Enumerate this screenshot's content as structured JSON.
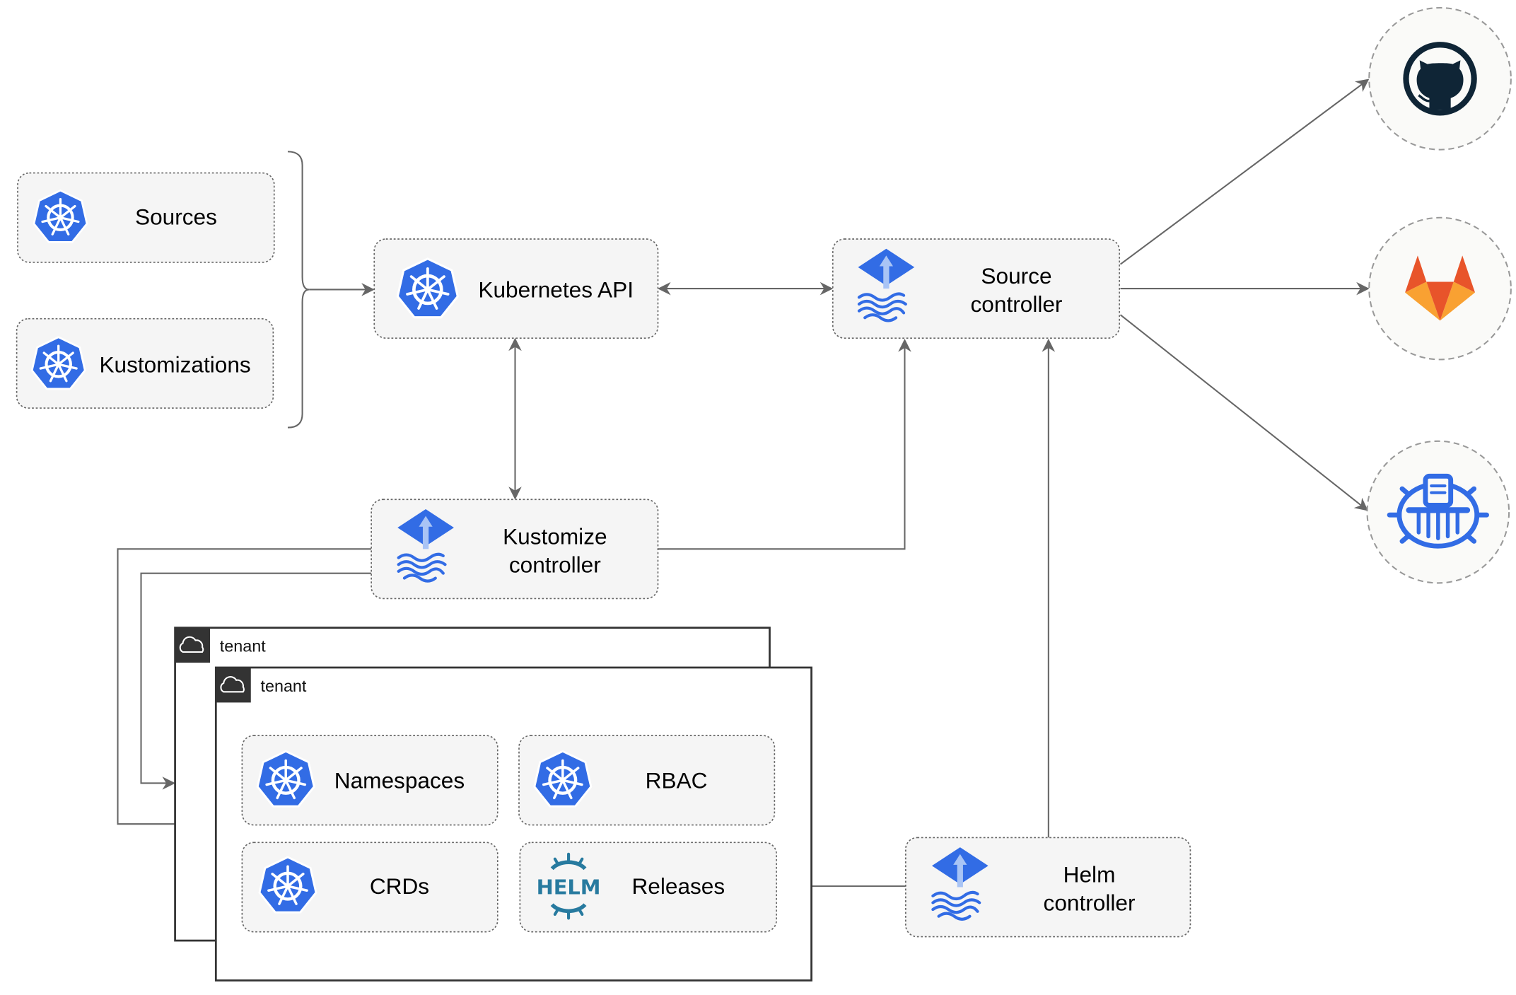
{
  "nodes": {
    "sources": {
      "label": "Sources",
      "icon": "kubernetes-icon"
    },
    "kustomizations": {
      "label": "Kustomizations",
      "icon": "kubernetes-icon"
    },
    "kubernetes_api": {
      "label": "Kubernetes API",
      "icon": "kubernetes-icon"
    },
    "source_controller": {
      "line1": "Source",
      "line2": "controller",
      "icon": "flux-icon"
    },
    "kustomize_controller": {
      "line1": "Kustomize",
      "line2": "controller",
      "icon": "flux-icon"
    },
    "helm_controller": {
      "line1": "Helm",
      "line2": "controller",
      "icon": "flux-icon"
    },
    "namespaces": {
      "label": "Namespaces",
      "icon": "kubernetes-icon"
    },
    "rbac": {
      "label": "RBAC",
      "icon": "kubernetes-icon"
    },
    "crds": {
      "label": "CRDs",
      "icon": "kubernetes-icon"
    },
    "releases": {
      "label": "Releases",
      "icon": "helm-icon",
      "icon_text": "HELM"
    }
  },
  "tenants": [
    {
      "label": "tenant",
      "icon": "cloud-icon"
    },
    {
      "label": "tenant",
      "icon": "cloud-icon"
    }
  ],
  "external_sources": [
    {
      "icon": "github-icon"
    },
    {
      "icon": "gitlab-icon"
    },
    {
      "icon": "bucket-icon"
    }
  ],
  "colors": {
    "kubernetes_blue": "#326ce5",
    "helm_teal": "#277a9f",
    "github_dark": "#0f2536",
    "gitlab_red": "#e8542a",
    "gitlab_orange": "#f9a132",
    "box_fill": "#f5f5f5",
    "edge": "#666666",
    "tenant_header": "#333333"
  }
}
